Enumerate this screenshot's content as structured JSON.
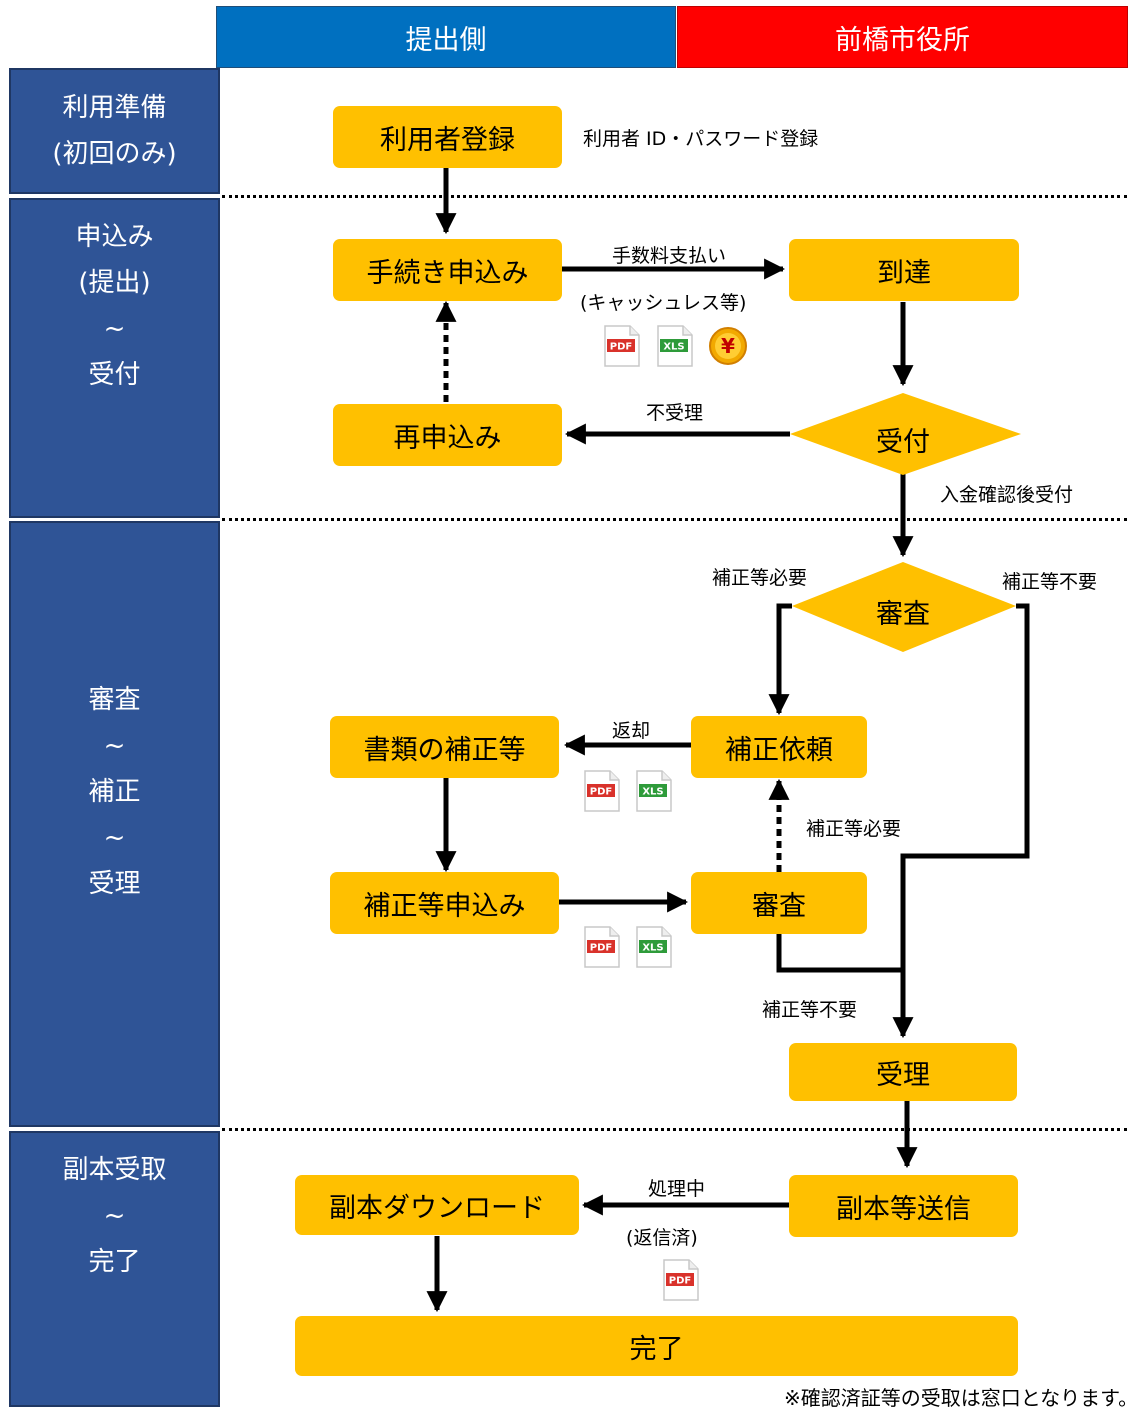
{
  "header": {
    "submitter": "提出側",
    "city": "前橋市役所"
  },
  "phases": {
    "prep": [
      "利用準備",
      "(初回のみ)"
    ],
    "apply": [
      "申込み",
      "(提出)",
      "~",
      "受付"
    ],
    "review": [
      "審査",
      "~",
      "補正",
      "~",
      "受理"
    ],
    "receive": [
      "副本受取",
      "~",
      "完了"
    ]
  },
  "nodes": {
    "user_reg": "利用者登録",
    "apply": "手続き申込み",
    "arrival": "到達",
    "reapply": "再申込み",
    "accept": "受付",
    "review1": "審査",
    "correction_request": "補正依頼",
    "doc_correction": "書類の補正等",
    "correction_apply": "補正等申込み",
    "review2": "審査",
    "receipt": "受理",
    "copy_send": "副本等送信",
    "copy_download": "副本ダウンロード",
    "complete": "完了"
  },
  "labels": {
    "user_reg_note": "利用者 ID・パスワード登録",
    "fee": "手数料支払い",
    "cashless": "(キャッシュレス等)",
    "rejected": "不受理",
    "after_payment": "入金確認後受付",
    "correction_needed_1": "補正等必要",
    "correction_unneeded_1": "補正等不要",
    "return": "返却",
    "correction_needed_2": "補正等必要",
    "correction_unneeded_2": "補正等不要",
    "processing": "処理中",
    "replied": "(返信済)",
    "footnote": "※確認済証等の受取は窓口となります。"
  },
  "icons": {
    "pdf": "PDF",
    "xls": "XLS",
    "yen": "¥"
  },
  "colors": {
    "submitter_header": "#0070c0",
    "city_header": "#ff0000",
    "phase_bg": "#2f5496",
    "node": "#ffc000"
  }
}
